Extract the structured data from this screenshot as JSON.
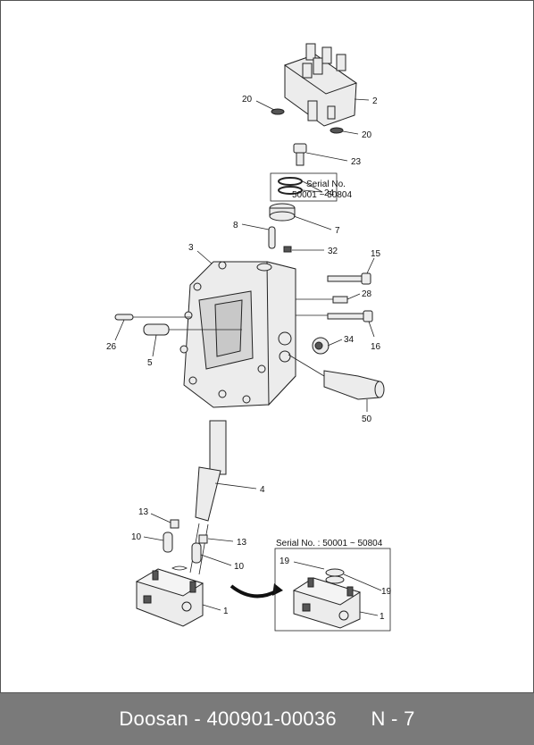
{
  "callouts": {
    "c2": "2",
    "c20a": "20",
    "c20b": "20",
    "c23": "23",
    "c24": "24",
    "c8": "8",
    "c7": "7",
    "c3": "3",
    "c32": "32",
    "c15": "15",
    "c28": "28",
    "c16": "16",
    "c26": "26",
    "c5": "5",
    "c34": "34",
    "c50": "50",
    "c4": "4",
    "c13a": "13",
    "c13b": "13",
    "c10a": "10",
    "c10b": "10",
    "c1a": "1",
    "c19a": "19",
    "c19b": "19",
    "c1b": "1"
  },
  "serial_box_top": {
    "line1": "Serial No.",
    "line2": "50001 ~ 50804"
  },
  "serial_box_bottom": {
    "label": "Serial No. : 50001 ~ 50804"
  },
  "footer": {
    "brand": "Doosan",
    "sep1": " - ",
    "part_number": "400901-00036",
    "gap": "      ",
    "page": "N - 7"
  }
}
